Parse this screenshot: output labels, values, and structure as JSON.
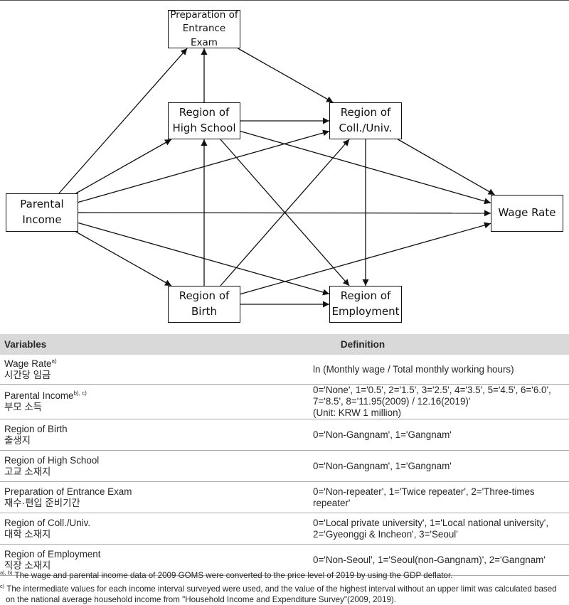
{
  "diagram": {
    "nodes": {
      "prep": [
        "Preparation of",
        "Entrance Exam"
      ],
      "hs": [
        "Region of",
        "High School"
      ],
      "coll": [
        "Region of",
        "Coll./Univ."
      ],
      "parent": [
        "Parental",
        "Income"
      ],
      "wage": [
        "Wage Rate"
      ],
      "birth": [
        "Region of",
        "Birth"
      ],
      "emp": [
        "Region of",
        "Employment"
      ]
    },
    "edges": [
      [
        "parent",
        "prep"
      ],
      [
        "parent",
        "hs"
      ],
      [
        "parent",
        "coll"
      ],
      [
        "parent",
        "wage"
      ],
      [
        "parent",
        "birth"
      ],
      [
        "parent",
        "emp"
      ],
      [
        "hs",
        "prep"
      ],
      [
        "hs",
        "coll"
      ],
      [
        "hs",
        "wage"
      ],
      [
        "hs",
        "emp"
      ],
      [
        "prep",
        "coll"
      ],
      [
        "coll",
        "wage"
      ],
      [
        "coll",
        "emp"
      ],
      [
        "birth",
        "hs"
      ],
      [
        "birth",
        "coll"
      ],
      [
        "birth",
        "wage"
      ],
      [
        "birth",
        "emp"
      ]
    ]
  },
  "table": {
    "headers": {
      "variables": "Variables",
      "definition": "Definition"
    },
    "rows": [
      {
        "en": "Wage Rate",
        "sup": "a)",
        "ko": "시간당 임금",
        "def": [
          "ln (Monthly wage / Total monthly working hours)"
        ]
      },
      {
        "en": "Parental Income",
        "sup": "b), c)",
        "ko": "부모 소득",
        "def": [
          "0='None', 1='0.5', 2='1.5', 3='2.5', 4='3.5', 5='4.5', 6='6.0', 7='8.5', 8='11.95(2009) / 12.16(2019)'",
          "(Unit: KRW 1 million)"
        ]
      },
      {
        "en": "Region of Birth",
        "sup": "",
        "ko": "출생지",
        "def": [
          "0='Non-Gangnam', 1='Gangnam'"
        ]
      },
      {
        "en": "Region of High School",
        "sup": "",
        "ko": "고교 소재지",
        "def": [
          "0='Non-Gangnam', 1='Gangnam'"
        ]
      },
      {
        "en": "Preparation of Entrance Exam",
        "sup": "",
        "ko": "재수·편입 준비기간",
        "def": [
          "0='Non-repeater', 1='Twice repeater', 2='Three-times repeater'"
        ]
      },
      {
        "en": "Region of Coll./Univ.",
        "sup": "",
        "ko": "대학 소재지",
        "def": [
          "0='Local private university', 1='Local national university', 2='Gyeonggi & Incheon', 3='Seoul'"
        ]
      },
      {
        "en": "Region of Employment",
        "sup": "",
        "ko": "직장 소재지",
        "def": [
          "0='Non-Seoul', 1='Seoul(non-Gangnam)', 2='Gangnam'"
        ]
      }
    ]
  },
  "footnotes": {
    "ab_mark": "a), b)",
    "ab_text": "The wage and parental income data of 2009 GOMS were converted to the price level of 2019 by using the GDP deflator.",
    "c_mark": "c)",
    "c_text_1": "The intermediate values for each income interval surveyed were used, and the value of the highest interval without an upper limit was calculated based",
    "c_text_2": "on the national average household income from \"Household Income and Expenditure Survey\"(2009, 2019)."
  }
}
